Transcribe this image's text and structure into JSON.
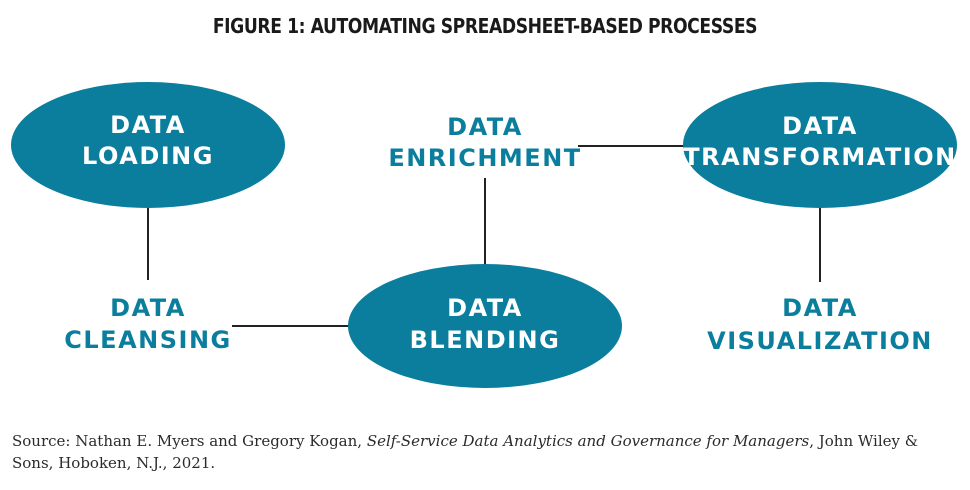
{
  "title": "FIGURE 1: AUTOMATING SPREADSHEET-BASED PROCESSES",
  "colors": {
    "ellipse_fill": "#0a7e9c",
    "ellipse_text": "#ffffff",
    "plain_text": "#0a7e9c",
    "connector": "#222222"
  },
  "nodes": {
    "loading": {
      "line1": "DATA",
      "line2": "LOADING"
    },
    "enrichment": {
      "line1": "DATA",
      "line2": "ENRICHMENT"
    },
    "transformation": {
      "line1": "DATA",
      "line2": "TRANSFORMATION"
    },
    "cleansing": {
      "line1": "DATA",
      "line2": "CLEANSING"
    },
    "blending": {
      "line1": "DATA",
      "line2": "BLENDING"
    },
    "visualization": {
      "line1": "DATA",
      "line2": "VISUALIZATION"
    }
  },
  "source": {
    "prefix": "Source: Nathan E. Myers and Gregory Kogan, ",
    "book_title": "Self-Service Data Analytics and Governance for Managers",
    "suffix": ", John Wiley & Sons, Hoboken, N.J., 2021."
  }
}
